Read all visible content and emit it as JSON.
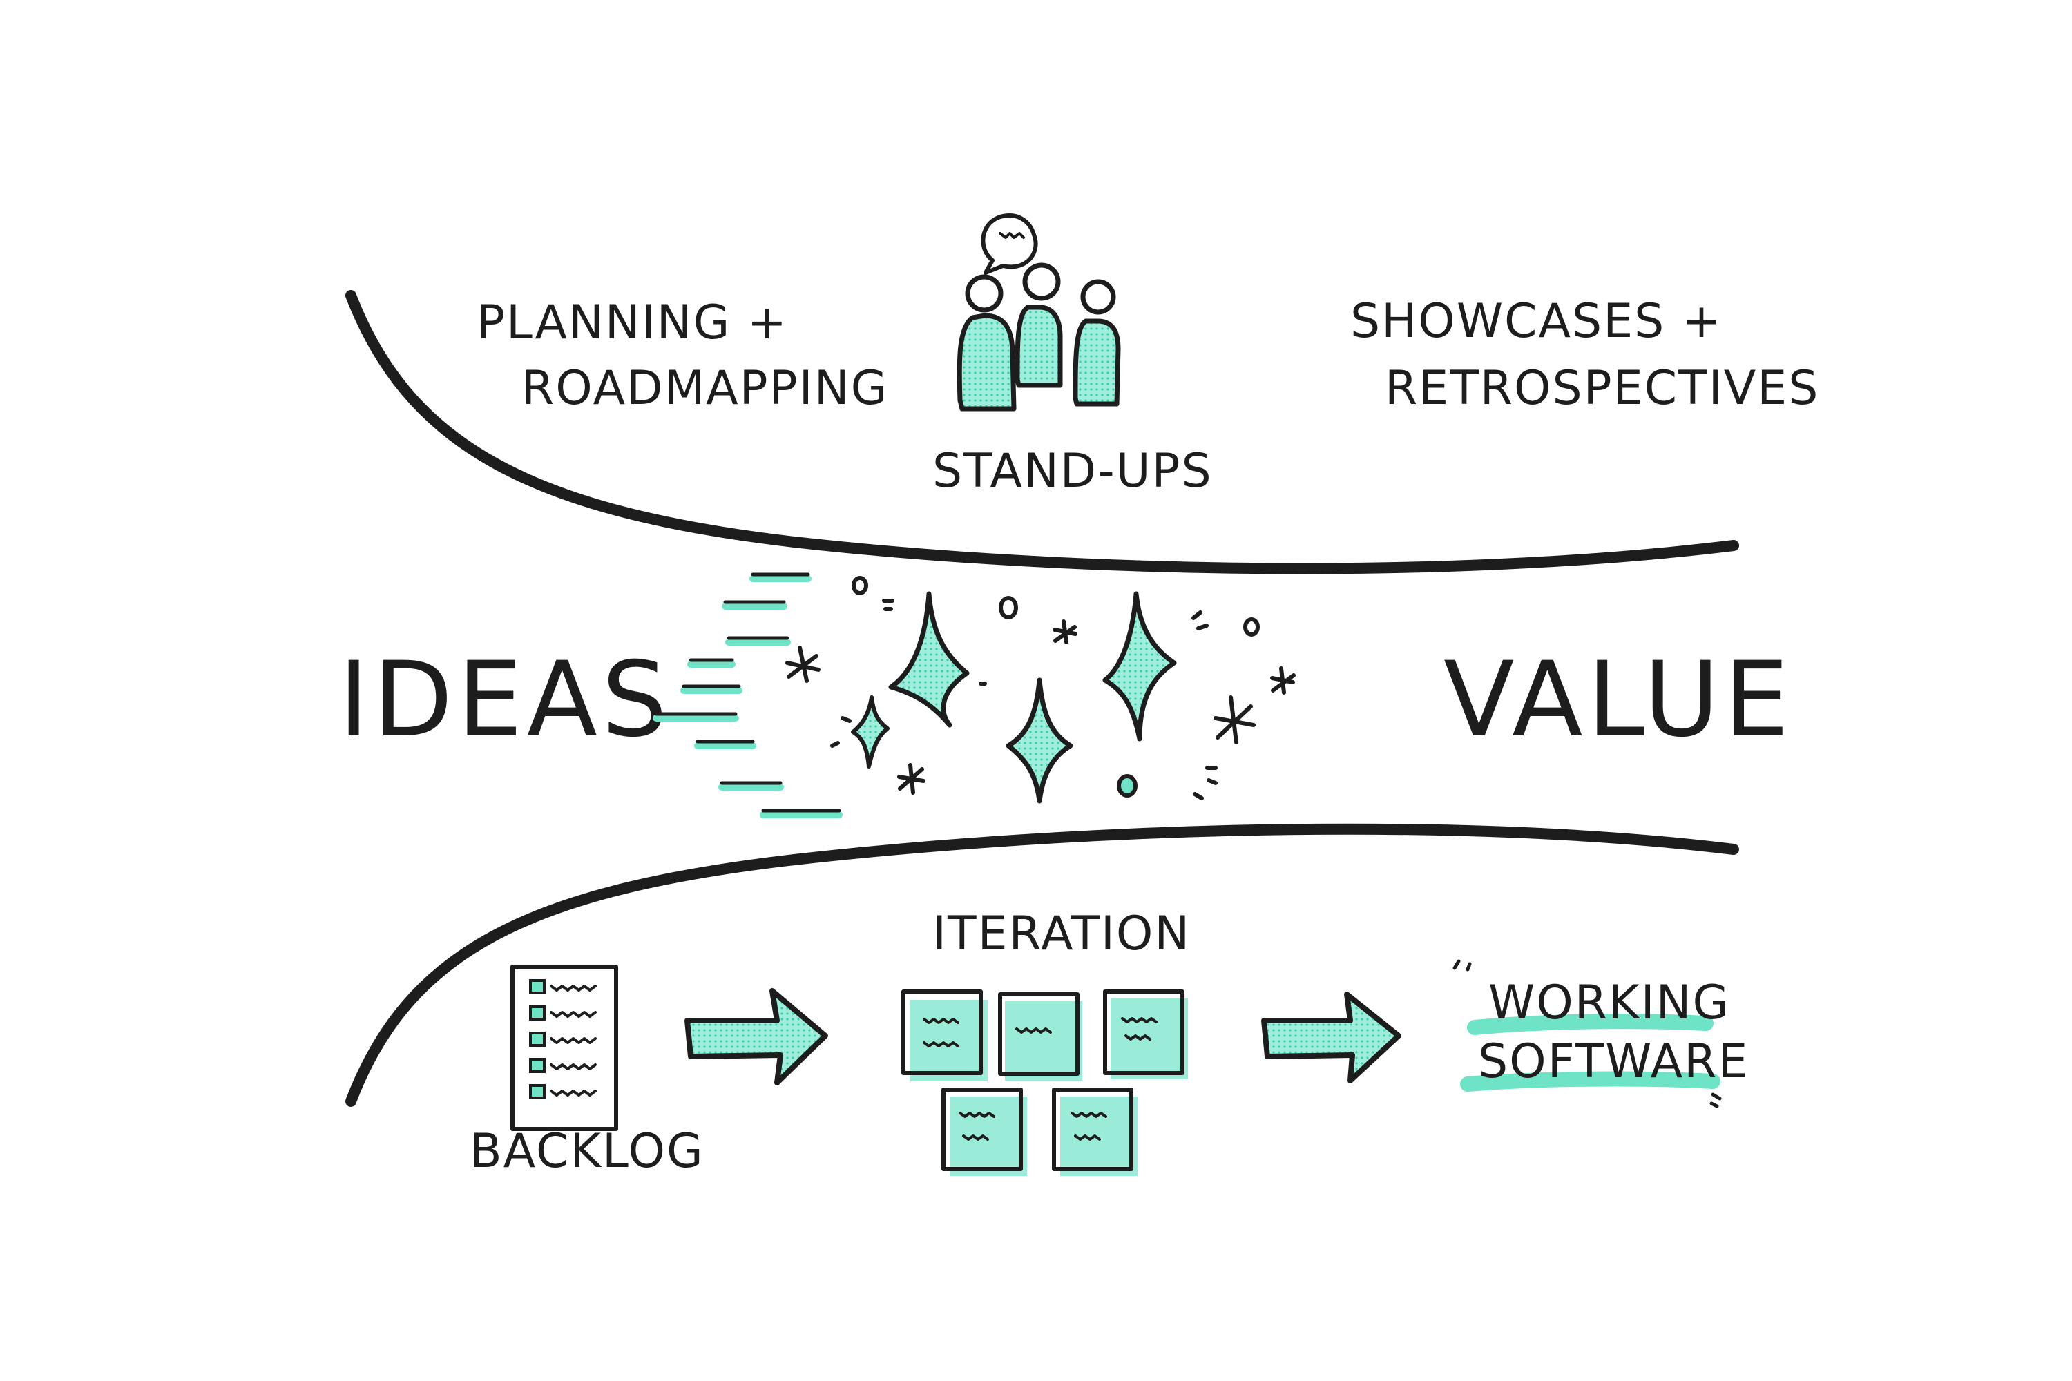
{
  "labels": {
    "planning_line1": "PLANNING +",
    "planning_line2": "ROADMAPPING",
    "standups": "STAND-UPS",
    "showcases_line1": "SHOWCASES +",
    "showcases_line2": "RETROSPECTIVES",
    "ideas": "IDEAS",
    "value": "VALUE",
    "iteration": "ITERATION",
    "backlog": "BACKLOG",
    "working_line1": "WORKING",
    "working_line2": "SOFTWARE"
  },
  "colors": {
    "ink": "#1d1d1d",
    "accent": "#6fe3c6",
    "accent_light": "#b9f2e2"
  }
}
